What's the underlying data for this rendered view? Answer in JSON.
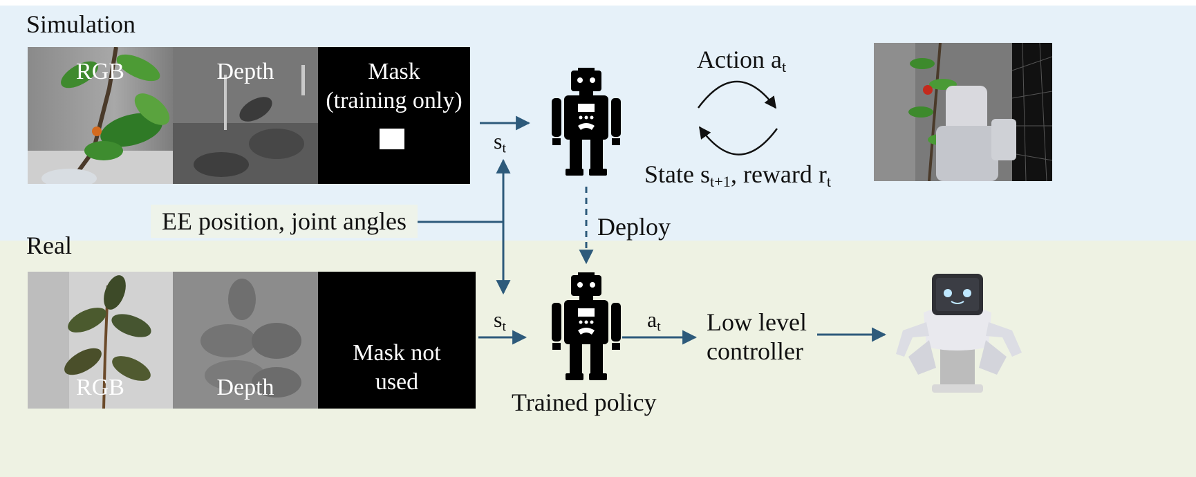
{
  "sim": {
    "title": "Simulation",
    "rgb_label": "RGB",
    "depth_label": "Depth",
    "mask_label_line1": "Mask",
    "mask_label_line2": "(training only)",
    "state_input": "s",
    "state_input_sub": "t",
    "action_label": "Action a",
    "action_sub": "t",
    "state_label": "State s",
    "state_sub": "t+1",
    "reward_label": ",  reward r",
    "reward_sub": "t"
  },
  "real": {
    "title": "Real",
    "rgb_label": "RGB",
    "depth_label": "Depth",
    "mask_label_line1": "Mask not",
    "mask_label_line2": "used",
    "state_input": "s",
    "state_input_sub": "t",
    "action_out": "a",
    "action_out_sub": "t",
    "policy_label": "Trained policy",
    "controller_line1": "Low level",
    "controller_line2": "controller"
  },
  "shared": {
    "proprio_label": "EE position, joint angles",
    "deploy_label": "Deploy"
  },
  "colors": {
    "sim_bg": "#e6f1f9",
    "real_bg": "#eef2e3",
    "arrow": "#2d5a7b"
  },
  "icons": {
    "policy": "robot-icon"
  }
}
